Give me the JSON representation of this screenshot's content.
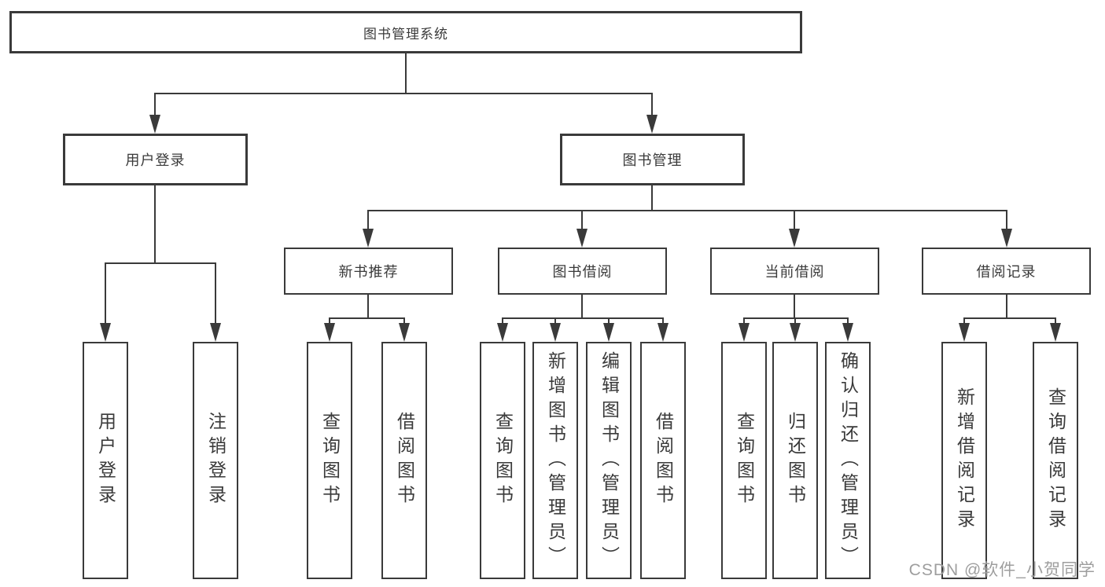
{
  "diagram": {
    "root": {
      "label": "图书管理系统"
    },
    "level2": [
      {
        "label": "用户登录"
      },
      {
        "label": "图书管理"
      }
    ],
    "level3": [
      {
        "label": "新书推荐"
      },
      {
        "label": "图书借阅"
      },
      {
        "label": "当前借阅"
      },
      {
        "label": "借阅记录"
      }
    ],
    "leaves": [
      {
        "label": "用户登录"
      },
      {
        "label": "注销登录"
      },
      {
        "label": "查询图书"
      },
      {
        "label": "借阅图书"
      },
      {
        "label": "查询图书"
      },
      {
        "label": "新增图书（管理员）"
      },
      {
        "label": "编辑图书（管理员）"
      },
      {
        "label": "借阅图书"
      },
      {
        "label": "查询图书"
      },
      {
        "label": "归还图书"
      },
      {
        "label": "确认归还（管理员）"
      },
      {
        "label": "新增借阅记录"
      },
      {
        "label": "查询借阅记录"
      }
    ],
    "watermark": "CSDN @软件_小贺同学"
  }
}
